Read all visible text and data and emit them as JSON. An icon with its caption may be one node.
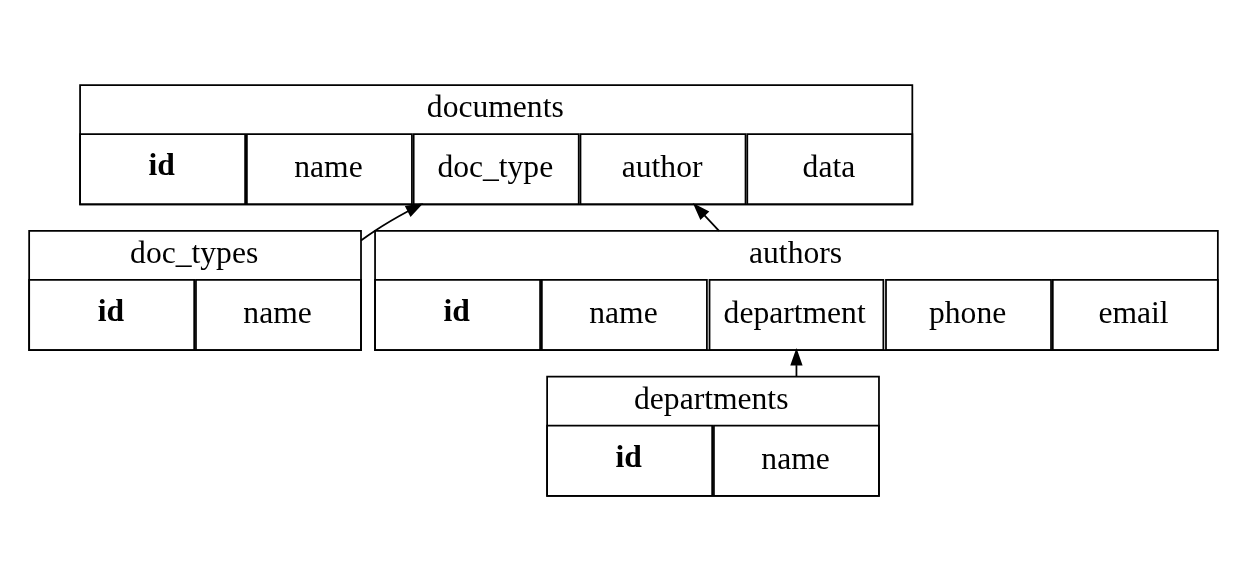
{
  "diagram": {
    "nodes": [
      {
        "text": [
          "documents"
        ]
      },
      {
        "text": [
          "id"
        ],
        "in": 0
      },
      {
        "text": [
          "name"
        ],
        "in": 0
      },
      {
        "text": [
          "doc_type"
        ],
        "in": 0
      },
      {
        "text": [
          "author"
        ],
        "in": 0
      },
      {
        "text": [
          "data"
        ],
        "in": 0
      },
      {
        "text": [
          "doc_types"
        ]
      },
      {
        "text": [
          "id"
        ],
        "in": 6
      },
      {
        "text": [
          "name"
        ],
        "in": 6
      },
      {
        "text": [
          "authors"
        ]
      },
      {
        "text": [
          "id"
        ],
        "in": 9
      },
      {
        "text": [
          "name"
        ],
        "in": 9
      },
      {
        "text": [
          "department"
        ],
        "in": 9
      },
      {
        "text": [
          "phone"
        ],
        "in": 9
      },
      {
        "text": [
          "email"
        ],
        "in": 9
      },
      {
        "text": [
          "departments"
        ]
      },
      {
        "text": [
          "id"
        ],
        "in": 15
      },
      {
        "text": [
          "name"
        ],
        "in": 15
      }
    ],
    "edges": [
      {
        "from": 6,
        "to": 3,
        "arrow": "to"
      },
      {
        "from": 9,
        "to": 4,
        "arrow": "to"
      },
      {
        "from": 15,
        "to": 12,
        "arrow": "to"
      }
    ]
  }
}
